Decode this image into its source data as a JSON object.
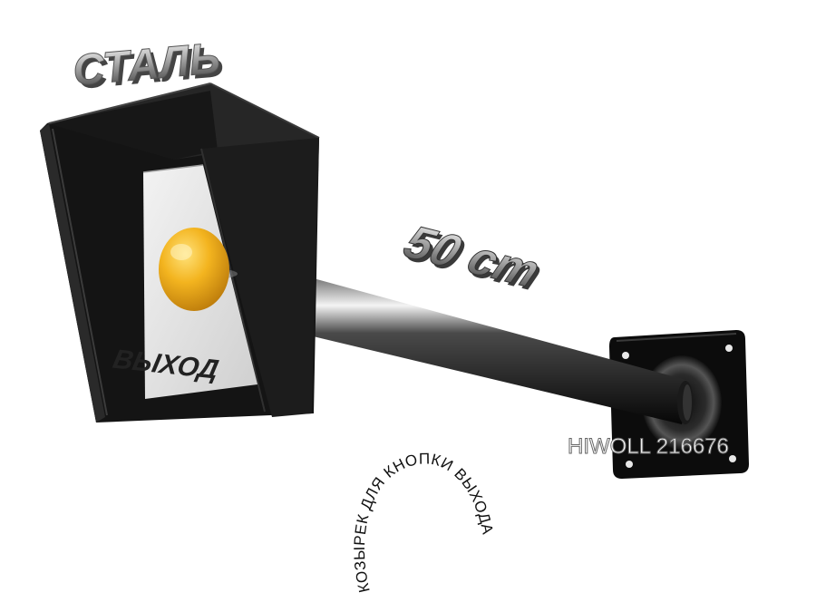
{
  "labels": {
    "material": "СТАЛЬ",
    "length": "50 cm",
    "button_text": "ВЫХОД",
    "model": "HIWOLL 216676",
    "caption": "КОЗЫРЕК ДЛЯ КНОПКИ ВЫХОДА"
  },
  "colors": {
    "hood": "#111111",
    "panel": "#e2e2e2",
    "button": "#f2b31f",
    "pipe": "#1b1b1b",
    "plate": "#0c0c0c"
  },
  "icons": {
    "button": "round-yellow-button"
  }
}
